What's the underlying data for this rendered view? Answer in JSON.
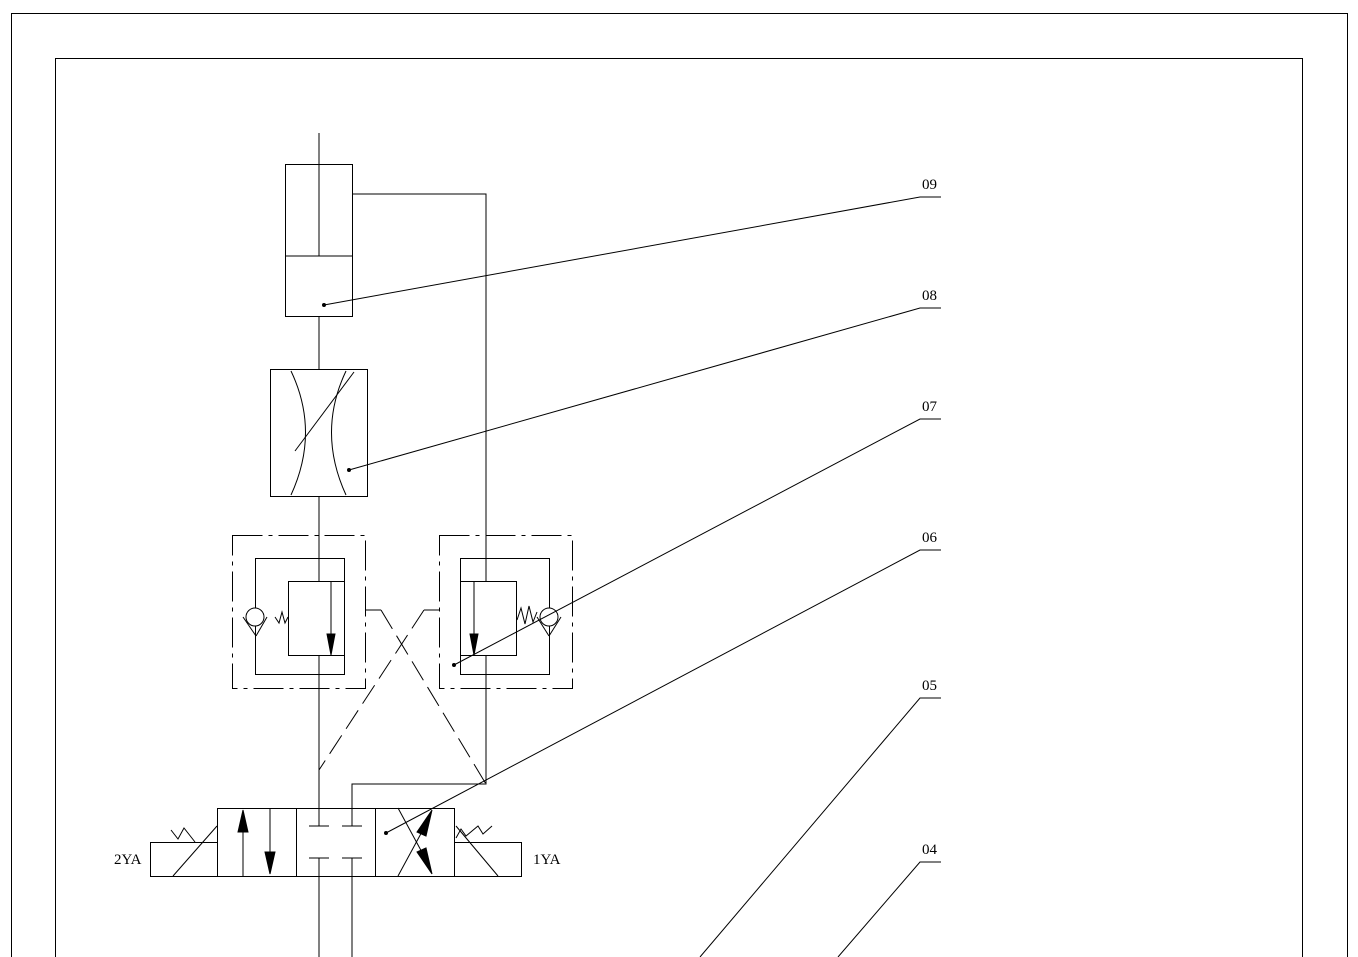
{
  "colors": {
    "line": "#000000",
    "background": "#ffffff"
  },
  "labels": {
    "part_09": "09",
    "part_08": "08",
    "part_07": "07",
    "part_06": "06",
    "part_05": "05",
    "part_04": "04",
    "solenoid_left": "2YA",
    "solenoid_right": "1YA"
  }
}
